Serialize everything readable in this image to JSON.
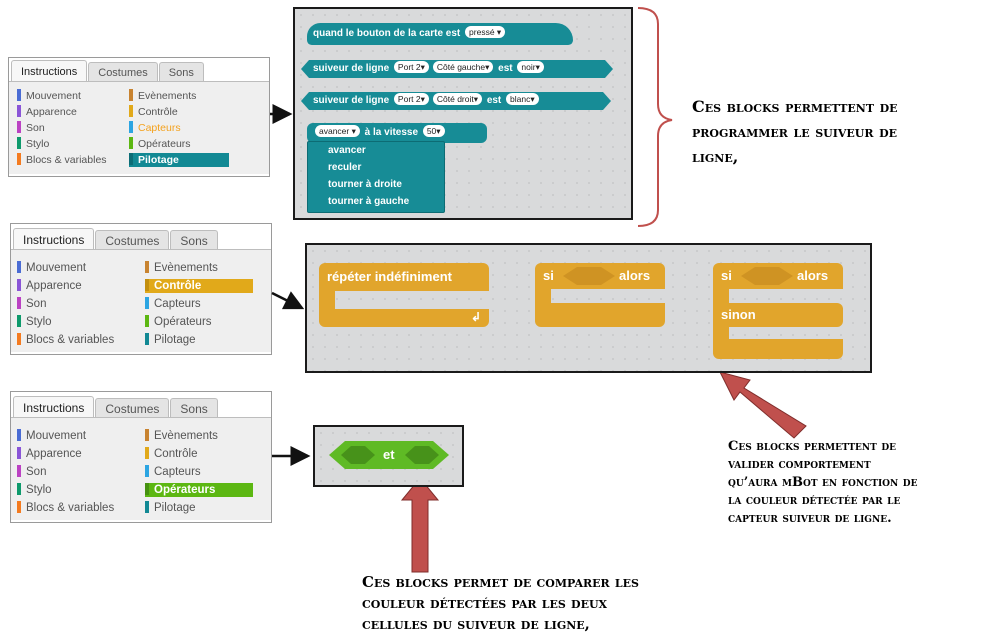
{
  "tabs": [
    "Instructions",
    "Costumes",
    "Sons"
  ],
  "categories_left": [
    "Mouvement",
    "Apparence",
    "Son",
    "Stylo",
    "Blocs & variables"
  ],
  "categories_right": [
    "Evènements",
    "Contrôle",
    "Capteurs",
    "Opérateurs",
    "Pilotage"
  ],
  "category_colors": {
    "Mouvement": "#4a6cd4",
    "Apparence": "#8a55d7",
    "Son": "#bb42c3",
    "Stylo": "#0e9a6c",
    "Blocs & variables": "#f47b20",
    "Evènements": "#c88330",
    "Contrôle": "#e1a91a",
    "Capteurs": "#2ca5e2",
    "Opérateurs": "#5cb712",
    "Pilotage": "#128994"
  },
  "palette1": {
    "selected": "Pilotage",
    "highlight": "Capteurs",
    "highlight_color": "#f4a21e",
    "selected_color": "#128994"
  },
  "palette2": {
    "selected": "Contrôle",
    "selected_color": "#e1a91a"
  },
  "palette3": {
    "selected": "Opérateurs",
    "selected_color": "#5cb712"
  },
  "mbot_blocks": {
    "hat": {
      "text": "quand le bouton de la carte est",
      "value": "pressé"
    },
    "sensor_left": {
      "prefix": "suiveur de ligne",
      "port": "Port 2",
      "side": "Côté gauche",
      "est": "est",
      "color": "noir"
    },
    "sensor_right": {
      "prefix": "suiveur de ligne",
      "port": "Port 2",
      "side": "Côté droit",
      "est": "est",
      "color": "blanc"
    },
    "move": {
      "action": "avancer",
      "label": "à la vitesse",
      "speed": "50"
    },
    "move_menu": [
      "avancer",
      "reculer",
      "tourner à droite",
      "tourner à gauche"
    ]
  },
  "control_blocks": {
    "forever": "répéter indéfiniment",
    "if_si": "si",
    "if_alors": "alors",
    "ifelse_si": "si",
    "ifelse_alors": "alors",
    "ifelse_sinon": "sinon"
  },
  "operator_block": {
    "label": "et"
  },
  "notes": {
    "note1_line1": "Ces blocks permettent de",
    "note1_line2": "programmer le suiveur de",
    "note1_line3": "ligne,",
    "note2_line1": "Ces blocks permettent de",
    "note2_line2": "valider comportement",
    "note2_line3": "qu’aura mBot en fonction de",
    "note2_line4": "la couleur détectée par le",
    "note2_line5": "capteur suiveur de ligne.",
    "note3_line1": "Ces blocks permet de comparer les",
    "note3_line2": "couleur détectées par les deux",
    "note3_line3": "cellules du suiveur de ligne,"
  },
  "colors": {
    "mbot_block": "#178c96",
    "control_block": "#e1a52c",
    "operator_block": "#5fba25",
    "arrow": "#c0504d"
  }
}
